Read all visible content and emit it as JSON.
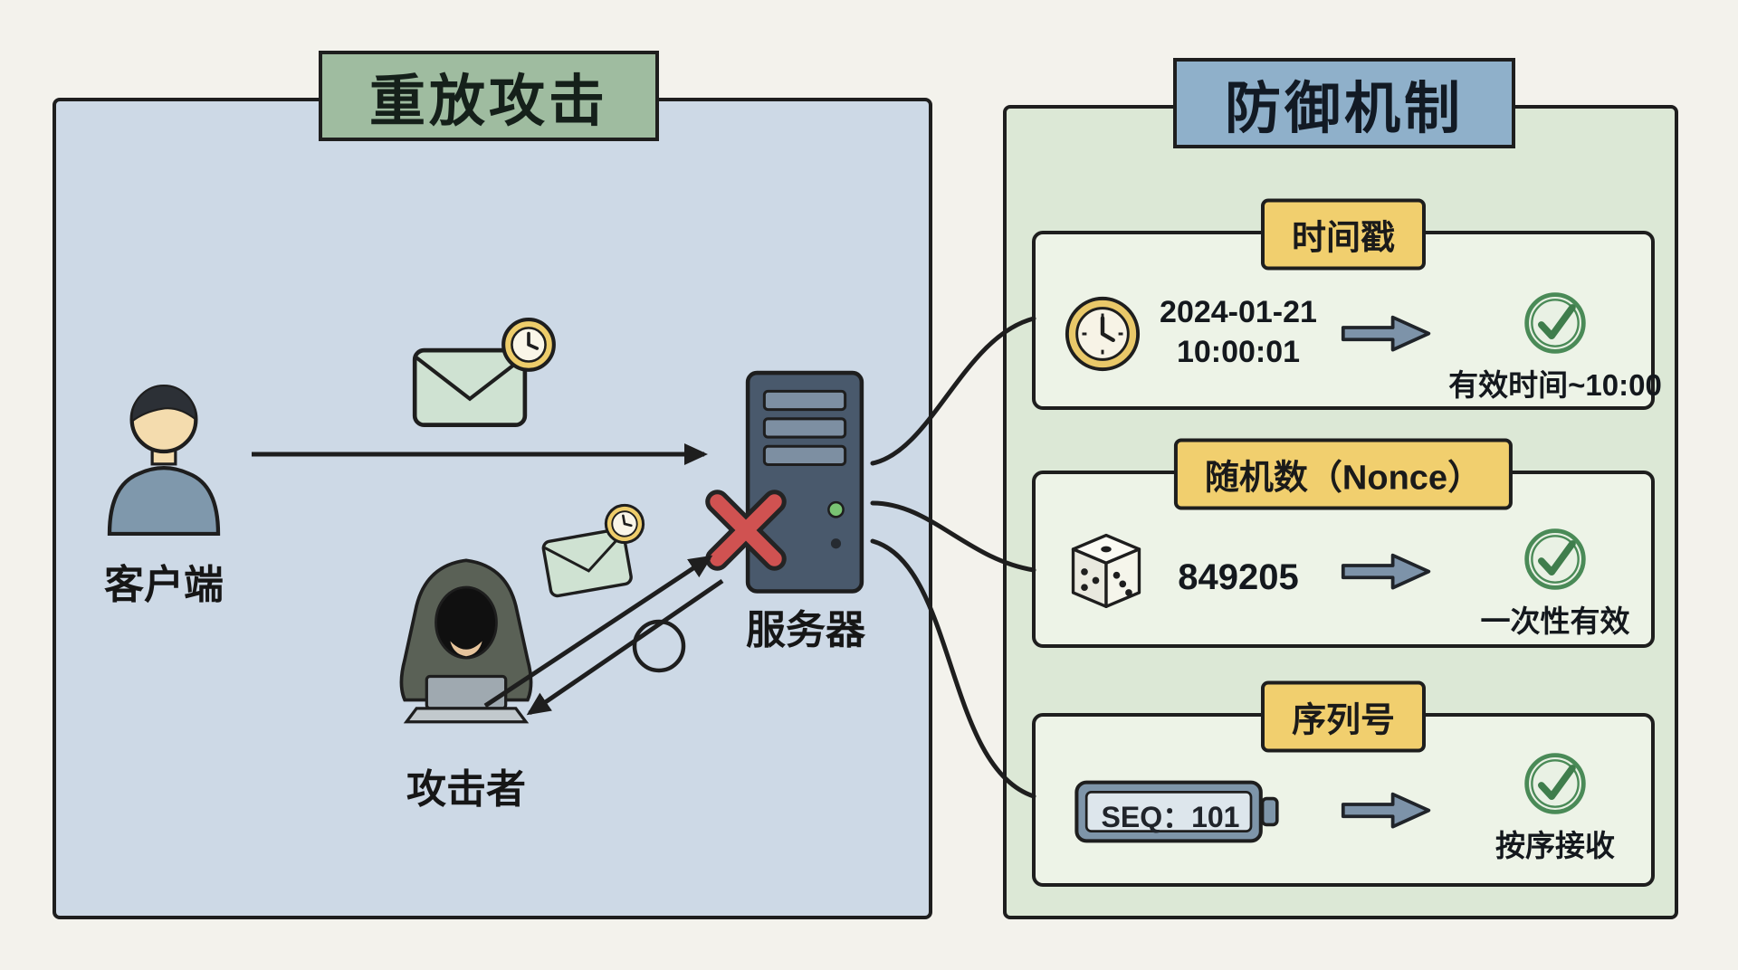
{
  "attack": {
    "title": "重放攻击",
    "client_label": "客户端",
    "attacker_label": "攻击者",
    "server_label": "服务器"
  },
  "defense": {
    "title": "防御机制",
    "sections": [
      {
        "label": "时间戳",
        "icon": "clock-icon",
        "value_line1": "2024-01-21",
        "value_line2": "10:00:01",
        "result": "有效时间~10:00"
      },
      {
        "label": "随机数（Nonce）",
        "icon": "dice-icon",
        "value": "849205",
        "result": "一次性有效"
      },
      {
        "label": "序列号",
        "icon": "battery-icon",
        "value": "SEQ：101",
        "result": "按序接收"
      }
    ]
  },
  "colors": {
    "attack_panel_bg": "#cdd9e6",
    "defense_panel_bg": "#dce8d6",
    "attack_banner_bg": "#9fbca0",
    "defense_banner_bg": "#8fb0ca",
    "tag_yellow": "#f1cf6e",
    "check_green": "#3f7d4c",
    "cross_red": "#d05251",
    "arrow_gray_blue": "#7d93a9",
    "ink": "#1e1e1e"
  }
}
